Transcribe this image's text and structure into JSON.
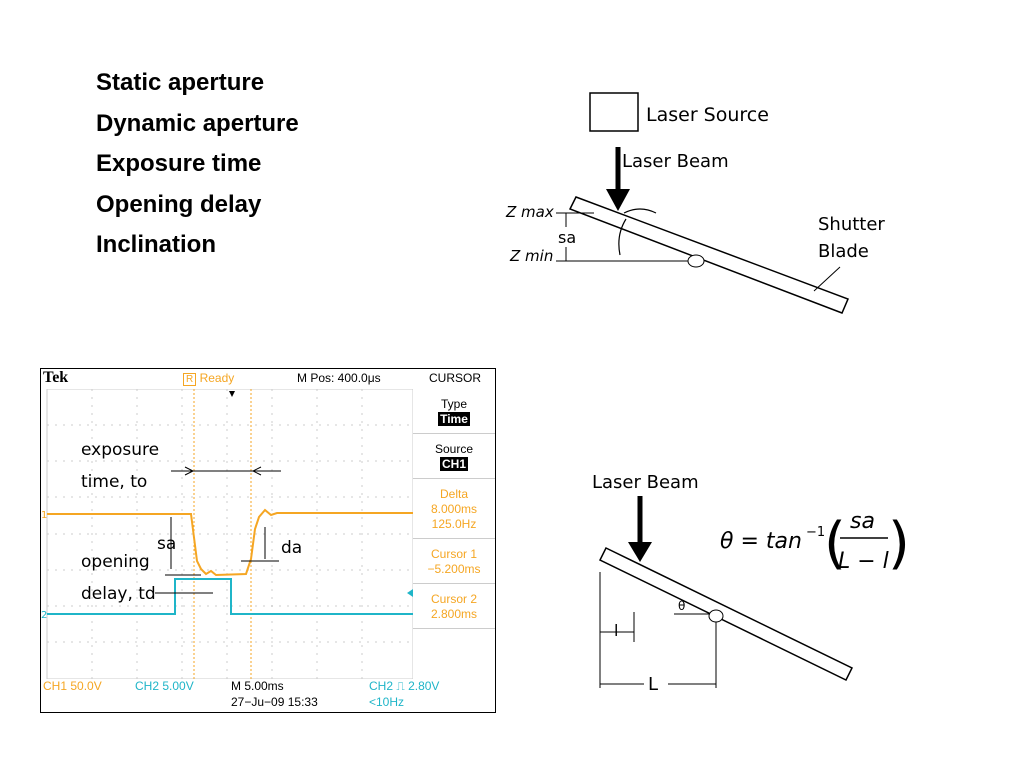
{
  "bullets": [
    "Static aperture",
    "Dynamic aperture",
    "Exposure time",
    "Opening delay",
    "Inclination"
  ],
  "diagram_top": {
    "laser_source": "Laser Source",
    "laser_beam": "Laser Beam",
    "z_max": "Z max",
    "z_min": "Z min",
    "sa": "sa",
    "shutter": "Shutter",
    "blade": "Blade"
  },
  "scope": {
    "brand": "Tek",
    "status": "Ready",
    "status_icon": "R",
    "mpos": "M Pos: 400.0μs",
    "cursor_header": "CURSOR",
    "type_label": "Type",
    "type_value": "Time",
    "source_label": "Source",
    "source_value": "CH1",
    "delta_label": "Delta",
    "delta_time": "8.000ms",
    "delta_freq": "125.0Hz",
    "cursor1_label": "Cursor 1",
    "cursor1_value": "−5.200ms",
    "cursor2_label": "Cursor 2",
    "cursor2_value": "2.800ms",
    "ch1": "CH1  50.0V",
    "ch2": "CH2  5.00V",
    "timebase": "M 5.00ms",
    "trigger": "CH2 ⎍ 2.80V",
    "date": "27−Ju−09 15:33",
    "freq": "<10Hz",
    "annot_exposure1": "exposure",
    "annot_exposure2": "time, to",
    "annot_sa": "sa",
    "annot_da": "da",
    "annot_open1": "opening",
    "annot_open2": "delay, td",
    "marker1": "1",
    "marker2": "2",
    "colors": {
      "ch1": "#f5a623",
      "ch2": "#1fb5c8"
    }
  },
  "diagram_bottom": {
    "laser_beam": "Laser Beam",
    "theta_label": "θ",
    "formula_lhs": "θ = tan",
    "formula_exp": "−1",
    "formula_num": "sa",
    "formula_den": "L − l",
    "l_small": "l",
    "l_big": "L"
  }
}
